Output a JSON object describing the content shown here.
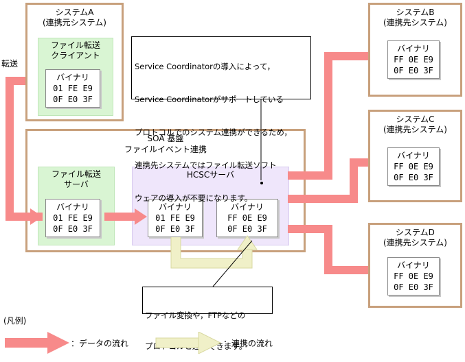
{
  "system_a": {
    "title": "システムA",
    "subtitle": "(連携元システム)"
  },
  "client": {
    "label_line1": "ファイル転送",
    "label_line2": "クライアント"
  },
  "transfer_label": "転送",
  "binary_label": "バイナリ",
  "binary_src": {
    "line1": "01 FE E9",
    "line2": "0F E0 3F"
  },
  "binary_dst": {
    "line1": "FF 0E E9",
    "line2": "0F E0 3F"
  },
  "soa": {
    "title": "SOA 基盤",
    "subtitle": "ファイルイベント連携"
  },
  "server": {
    "label_line1": "ファイル転送",
    "label_line2": "サーバ"
  },
  "hcsc": {
    "label": "HCSCサーバ"
  },
  "system_b": {
    "title": "システムB",
    "subtitle": "(連携先システム)"
  },
  "system_c": {
    "title": "システムC",
    "subtitle": "(連携先システム)"
  },
  "system_d": {
    "title": "システムD",
    "subtitle": "(連携先システム)"
  },
  "note_top": {
    "line1": "Service Coordinatorの導入によって，",
    "line2": "Service Coordinatorがサポートしている",
    "line3": "プロトコルでのシステム連携ができるため，",
    "line4": "連携先システムではファイル転送ソフト",
    "line5": "ウェアの導入が不要になります。"
  },
  "note_bottom": {
    "line1": "ファイル変換や，FTPなどの",
    "line2": "プロトコルと連携できます。"
  },
  "legend": {
    "title": "(凡例)",
    "data_flow": "：データの流れ",
    "link_flow": "：連携の流れ"
  },
  "colors": {
    "data_arrow": "#f78a8a",
    "link_arrow": "#f0f0c8",
    "system_border": "#c8a07c",
    "green_fill": "#d9f5d3",
    "purple_fill": "#efe6fb"
  }
}
